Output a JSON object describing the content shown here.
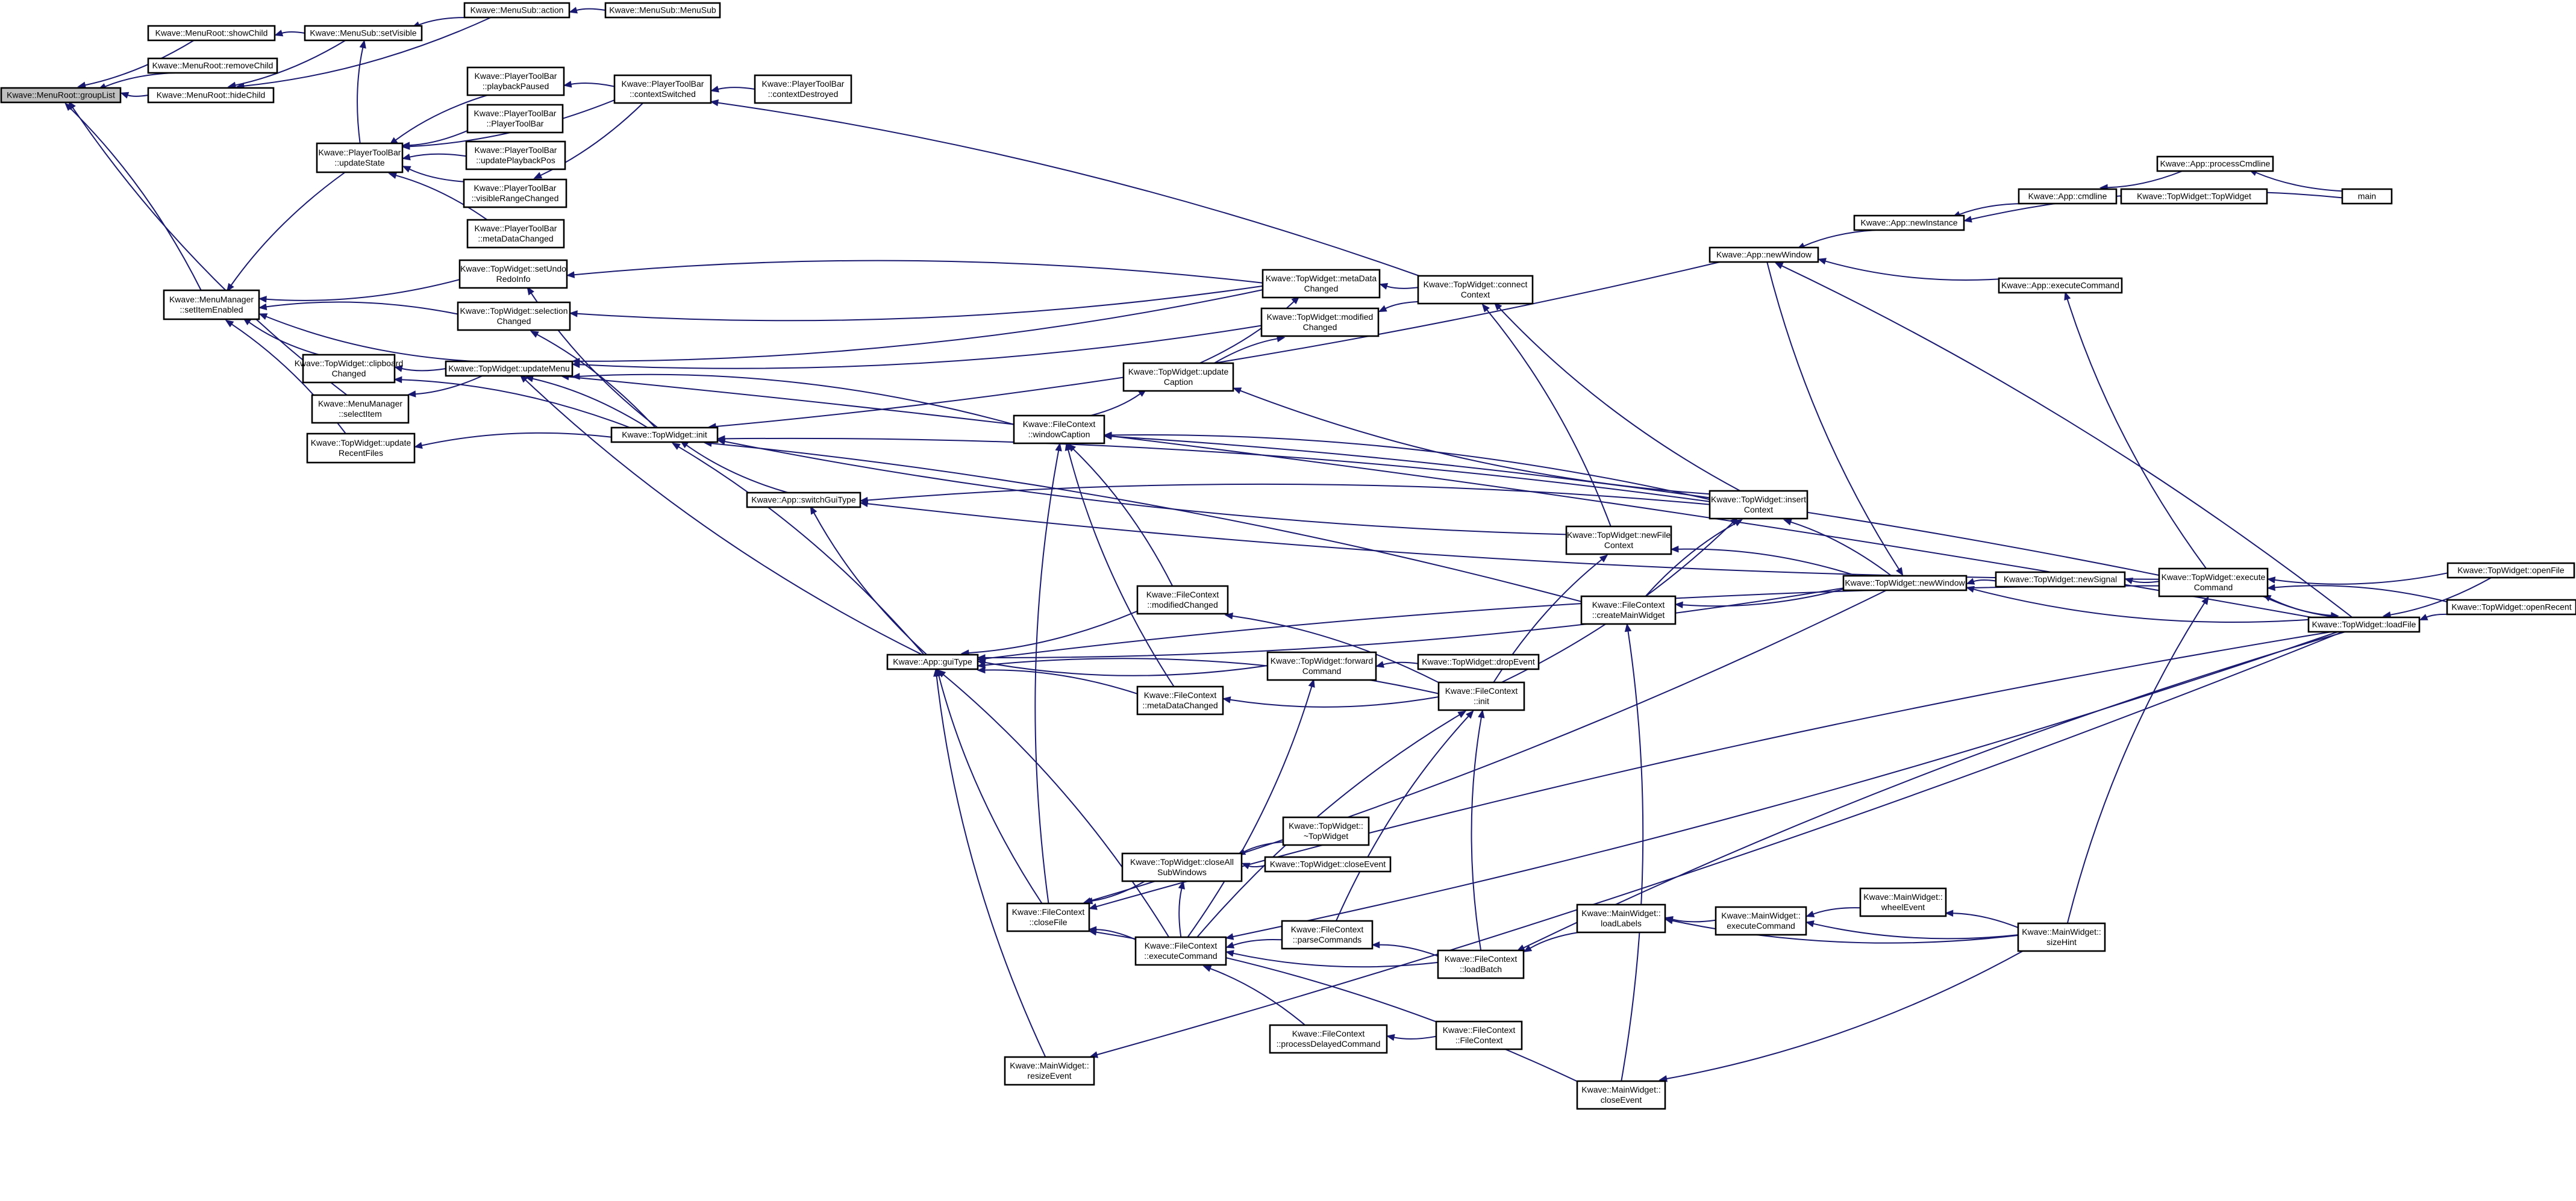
{
  "graph": {
    "root": "n0",
    "nodes": [
      {
        "id": "n0",
        "lines": [
          "Kwave::MenuRoot::groupList"
        ],
        "root": true
      },
      {
        "id": "n1",
        "lines": [
          "Kwave::MenuRoot::showChild"
        ]
      },
      {
        "id": "n2",
        "lines": [
          "Kwave::MenuRoot::removeChild"
        ]
      },
      {
        "id": "n3",
        "lines": [
          "Kwave::MenuRoot::hideChild"
        ]
      },
      {
        "id": "n4",
        "lines": [
          "Kwave::MenuManager",
          "::setItemEnabled"
        ]
      },
      {
        "id": "n5",
        "lines": [
          "Kwave::MenuManager",
          "::selectItem"
        ]
      },
      {
        "id": "n6",
        "lines": [
          "Kwave::MenuSub::setVisible"
        ]
      },
      {
        "id": "n7",
        "lines": [
          "Kwave::MenuSub::action"
        ]
      },
      {
        "id": "n8",
        "lines": [
          "Kwave::MenuSub::MenuSub"
        ]
      },
      {
        "id": "n9",
        "lines": [
          "Kwave::PlayerToolBar",
          "::updateState"
        ]
      },
      {
        "id": "n10",
        "lines": [
          "Kwave::TopWidget::clipboard",
          "Changed"
        ]
      },
      {
        "id": "n11",
        "lines": [
          "Kwave::TopWidget::update",
          "RecentFiles"
        ]
      },
      {
        "id": "n12",
        "lines": [
          "Kwave::PlayerToolBar",
          "::playbackPaused"
        ]
      },
      {
        "id": "n13",
        "lines": [
          "Kwave::PlayerToolBar",
          "::PlayerToolBar"
        ]
      },
      {
        "id": "n14",
        "lines": [
          "Kwave::PlayerToolBar",
          "::updatePlaybackPos"
        ]
      },
      {
        "id": "n15",
        "lines": [
          "Kwave::PlayerToolBar",
          "::visibleRangeChanged"
        ]
      },
      {
        "id": "n16",
        "lines": [
          "Kwave::PlayerToolBar",
          "::metaDataChanged"
        ]
      },
      {
        "id": "n17",
        "lines": [
          "Kwave::TopWidget::setUndo",
          "RedoInfo"
        ]
      },
      {
        "id": "n18",
        "lines": [
          "Kwave::TopWidget::selection",
          "Changed"
        ]
      },
      {
        "id": "n19",
        "lines": [
          "Kwave::TopWidget::updateMenu"
        ]
      },
      {
        "id": "n20",
        "lines": [
          "Kwave::TopWidget::init"
        ]
      },
      {
        "id": "n21",
        "lines": [
          "Kwave::PlayerToolBar",
          "::contextSwitched"
        ]
      },
      {
        "id": "n22",
        "lines": [
          "Kwave::PlayerToolBar",
          "::contextDestroyed"
        ]
      },
      {
        "id": "n23",
        "lines": [
          "Kwave::App::switchGuiType"
        ]
      },
      {
        "id": "n24",
        "lines": [
          "Kwave::App::guiType"
        ]
      },
      {
        "id": "n25",
        "lines": [
          "Kwave::FileContext",
          "::windowCaption"
        ]
      },
      {
        "id": "n26",
        "lines": [
          "Kwave::TopWidget::update",
          "Caption"
        ]
      },
      {
        "id": "n27",
        "lines": [
          "Kwave::TopWidget::metaData",
          "Changed"
        ]
      },
      {
        "id": "n28",
        "lines": [
          "Kwave::TopWidget::modified",
          "Changed"
        ]
      },
      {
        "id": "n29",
        "lines": [
          "Kwave::FileContext",
          "::modifiedChanged"
        ]
      },
      {
        "id": "n30",
        "lines": [
          "Kwave::FileContext",
          "::metaDataChanged"
        ]
      },
      {
        "id": "n31",
        "lines": [
          "Kwave::TopWidget::forward",
          "Command"
        ]
      },
      {
        "id": "n32",
        "lines": [
          "Kwave::TopWidget::dropEvent"
        ]
      },
      {
        "id": "n33",
        "lines": [
          "Kwave::FileContext",
          "::init"
        ]
      },
      {
        "id": "n34",
        "lines": [
          "Kwave::TopWidget::connect",
          "Context"
        ]
      },
      {
        "id": "n35",
        "lines": [
          "Kwave::TopWidget::newFile",
          "Context"
        ]
      },
      {
        "id": "n36",
        "lines": [
          "Kwave::FileContext",
          "::createMainWidget"
        ]
      },
      {
        "id": "n37",
        "lines": [
          "Kwave::TopWidget::insert",
          "Context"
        ]
      },
      {
        "id": "n38",
        "lines": [
          "Kwave::TopWidget::newWindow"
        ]
      },
      {
        "id": "n39",
        "lines": [
          "Kwave::App::newWindow"
        ]
      },
      {
        "id": "n40",
        "lines": [
          "Kwave::App::newInstance"
        ]
      },
      {
        "id": "n41",
        "lines": [
          "Kwave::App::cmdline"
        ]
      },
      {
        "id": "n42",
        "lines": [
          "Kwave::App::processCmdline"
        ]
      },
      {
        "id": "n43",
        "lines": [
          "Kwave::TopWidget::TopWidget"
        ]
      },
      {
        "id": "n44",
        "lines": [
          "main"
        ]
      },
      {
        "id": "n45",
        "lines": [
          "Kwave::App::executeCommand"
        ]
      },
      {
        "id": "n46",
        "lines": [
          "Kwave::TopWidget::newSignal"
        ]
      },
      {
        "id": "n47",
        "lines": [
          "Kwave::TopWidget::execute",
          "Command"
        ]
      },
      {
        "id": "n48",
        "lines": [
          "Kwave::TopWidget::loadFile"
        ]
      },
      {
        "id": "n49",
        "lines": [
          "Kwave::TopWidget::openFile"
        ]
      },
      {
        "id": "n50",
        "lines": [
          "Kwave::TopWidget::openRecent"
        ]
      },
      {
        "id": "n51",
        "lines": [
          "Kwave::TopWidget::closeAll",
          "SubWindows"
        ]
      },
      {
        "id": "n52",
        "lines": [
          "Kwave::TopWidget::",
          "~TopWidget"
        ]
      },
      {
        "id": "n53",
        "lines": [
          "Kwave::TopWidget::closeEvent"
        ]
      },
      {
        "id": "n54",
        "lines": [
          "Kwave::FileContext",
          "::closeFile"
        ]
      },
      {
        "id": "n55",
        "lines": [
          "Kwave::FileContext",
          "::executeCommand"
        ]
      },
      {
        "id": "n56",
        "lines": [
          "Kwave::FileContext",
          "::parseCommands"
        ]
      },
      {
        "id": "n57",
        "lines": [
          "Kwave::FileContext",
          "::loadBatch"
        ]
      },
      {
        "id": "n58",
        "lines": [
          "Kwave::FileContext",
          "::processDelayedCommand"
        ]
      },
      {
        "id": "n59",
        "lines": [
          "Kwave::FileContext",
          "::FileContext"
        ]
      },
      {
        "id": "n60",
        "lines": [
          "Kwave::MainWidget::",
          "resizeEvent"
        ]
      },
      {
        "id": "n61",
        "lines": [
          "Kwave::MainWidget::",
          "loadLabels"
        ]
      },
      {
        "id": "n62",
        "lines": [
          "Kwave::MainWidget::",
          "executeCommand"
        ]
      },
      {
        "id": "n63",
        "lines": [
          "Kwave::MainWidget::",
          "wheelEvent"
        ]
      },
      {
        "id": "n64",
        "lines": [
          "Kwave::MainWidget::",
          "sizeHint"
        ]
      },
      {
        "id": "n65",
        "lines": [
          "Kwave::MainWidget::",
          "closeEvent"
        ]
      }
    ],
    "edges": [
      [
        "n1",
        "n0"
      ],
      [
        "n2",
        "n0"
      ],
      [
        "n3",
        "n0"
      ],
      [
        "n4",
        "n0"
      ],
      [
        "n5",
        "n0"
      ],
      [
        "n6",
        "n1"
      ],
      [
        "n6",
        "n3"
      ],
      [
        "n7",
        "n6"
      ],
      [
        "n7",
        "n3"
      ],
      [
        "n8",
        "n7"
      ],
      [
        "n9",
        "n6"
      ],
      [
        "n9",
        "n4"
      ],
      [
        "n10",
        "n4"
      ],
      [
        "n11",
        "n4"
      ],
      [
        "n17",
        "n4"
      ],
      [
        "n18",
        "n4"
      ],
      [
        "n19",
        "n4"
      ],
      [
        "n12",
        "n9"
      ],
      [
        "n13",
        "n9"
      ],
      [
        "n14",
        "n9"
      ],
      [
        "n15",
        "n9"
      ],
      [
        "n16",
        "n9"
      ],
      [
        "n21",
        "n9"
      ],
      [
        "n21",
        "n12"
      ],
      [
        "n21",
        "n15"
      ],
      [
        "n22",
        "n21"
      ],
      [
        "n19",
        "n10"
      ],
      [
        "n20",
        "n10"
      ],
      [
        "n19",
        "n5"
      ],
      [
        "n20",
        "n11"
      ],
      [
        "n20",
        "n17"
      ],
      [
        "n20",
        "n18"
      ],
      [
        "n27",
        "n18"
      ],
      [
        "n27",
        "n17"
      ],
      [
        "n28",
        "n19"
      ],
      [
        "n25",
        "n19"
      ],
      [
        "n24",
        "n19"
      ],
      [
        "n20",
        "n19"
      ],
      [
        "n27",
        "n19"
      ],
      [
        "n34",
        "n21"
      ],
      [
        "n34",
        "n27"
      ],
      [
        "n34",
        "n28"
      ],
      [
        "n37",
        "n34"
      ],
      [
        "n35",
        "n34"
      ],
      [
        "n23",
        "n20"
      ],
      [
        "n24",
        "n20"
      ],
      [
        "n35",
        "n20"
      ],
      [
        "n36",
        "n20"
      ],
      [
        "n39",
        "n20"
      ],
      [
        "n37",
        "n20"
      ],
      [
        "n24",
        "n23"
      ],
      [
        "n37",
        "n23"
      ],
      [
        "n47",
        "n23"
      ],
      [
        "n26",
        "n27"
      ],
      [
        "n26",
        "n28"
      ],
      [
        "n25",
        "n26"
      ],
      [
        "n37",
        "n26"
      ],
      [
        "n29",
        "n25"
      ],
      [
        "n30",
        "n25"
      ],
      [
        "n37",
        "n25"
      ],
      [
        "n54",
        "n25"
      ],
      [
        "n47",
        "n25"
      ],
      [
        "n29",
        "n24"
      ],
      [
        "n30",
        "n24"
      ],
      [
        "n31",
        "n24"
      ],
      [
        "n33",
        "n24"
      ],
      [
        "n38",
        "n24"
      ],
      [
        "n47",
        "n24"
      ],
      [
        "n54",
        "n24"
      ],
      [
        "n55",
        "n24"
      ],
      [
        "n60",
        "n24"
      ],
      [
        "n33",
        "n29"
      ],
      [
        "n33",
        "n30"
      ],
      [
        "n32",
        "n31"
      ],
      [
        "n33",
        "n35"
      ],
      [
        "n33",
        "n37"
      ],
      [
        "n57",
        "n33"
      ],
      [
        "n38",
        "n35"
      ],
      [
        "n38",
        "n36"
      ],
      [
        "n38",
        "n37"
      ],
      [
        "n36",
        "n37"
      ],
      [
        "n46",
        "n38"
      ],
      [
        "n48",
        "n38"
      ],
      [
        "n39",
        "n38"
      ],
      [
        "n47",
        "n46"
      ],
      [
        "n40",
        "n39"
      ],
      [
        "n45",
        "n39"
      ],
      [
        "n41",
        "n40"
      ],
      [
        "n42",
        "n41"
      ],
      [
        "n43",
        "n41"
      ],
      [
        "n44",
        "n42"
      ],
      [
        "n44",
        "n40"
      ],
      [
        "n47",
        "n45"
      ],
      [
        "n48",
        "n39"
      ],
      [
        "n48",
        "n47"
      ],
      [
        "n47",
        "n48"
      ],
      [
        "n49",
        "n48"
      ],
      [
        "n50",
        "n48"
      ],
      [
        "n49",
        "n47"
      ],
      [
        "n50",
        "n47"
      ],
      [
        "n51",
        "n54"
      ],
      [
        "n52",
        "n51"
      ],
      [
        "n53",
        "n51"
      ],
      [
        "n55",
        "n54"
      ],
      [
        "n55",
        "n51"
      ],
      [
        "n55",
        "n31"
      ],
      [
        "n55",
        "n33"
      ],
      [
        "n56",
        "n55"
      ],
      [
        "n57",
        "n55"
      ],
      [
        "n58",
        "n55"
      ],
      [
        "n59",
        "n58"
      ],
      [
        "n57",
        "n56"
      ],
      [
        "n56",
        "n33"
      ],
      [
        "n61",
        "n57"
      ],
      [
        "n62",
        "n61"
      ],
      [
        "n63",
        "n62"
      ],
      [
        "n64",
        "n62"
      ],
      [
        "n64",
        "n63"
      ],
      [
        "n64",
        "n61"
      ],
      [
        "n48",
        "n57"
      ],
      [
        "n48",
        "n55"
      ],
      [
        "n48",
        "n54"
      ],
      [
        "n48",
        "n60"
      ],
      [
        "n48",
        "n19"
      ],
      [
        "n64",
        "n47"
      ],
      [
        "n65",
        "n54"
      ],
      [
        "n64",
        "n65"
      ],
      [
        "n65",
        "n36"
      ],
      [
        "n38",
        "n54"
      ]
    ]
  }
}
